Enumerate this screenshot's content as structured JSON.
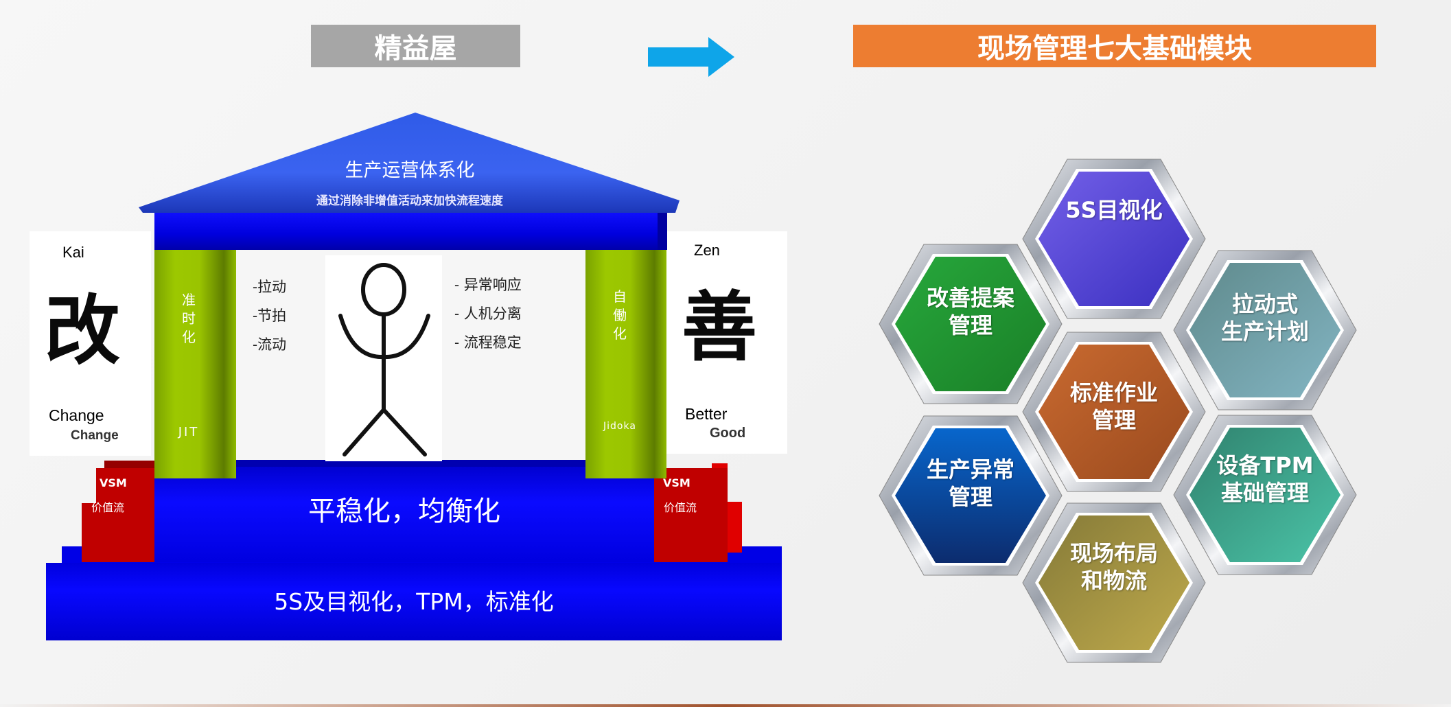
{
  "header": {
    "left_title": "精益屋",
    "right_title": "现场管理七大基础模块",
    "arrow_icon": "right-arrow",
    "colors": {
      "left_title_bg": "#a6a6a6",
      "right_title_bg": "#ed7d31",
      "arrow": "#0ea5e9"
    }
  },
  "house": {
    "roof": {
      "title": "生产运营体系化",
      "subtitle": "通过消除非增值活动来加快流程速度"
    },
    "kai_panel": {
      "top_label": "Kai",
      "character": "改",
      "label1": "Change",
      "label2": "Change"
    },
    "zen_panel": {
      "top_label": "Zen",
      "character": "善",
      "label1": "Better",
      "label2": "Good"
    },
    "left_pillar": {
      "title": "准\n时\n化",
      "english": "JIT"
    },
    "right_pillar": {
      "title": "自\n働\n化",
      "english": "Jidoka"
    },
    "left_list": [
      "-拉动",
      "-节拍",
      "-流动"
    ],
    "right_list": [
      "- 异常响应",
      "- 人机分离",
      "- 流程稳定"
    ],
    "vsm_left": {
      "label": "VSM",
      "sub": "价值流"
    },
    "vsm_right": {
      "label": "VSM",
      "sub": "价值流"
    },
    "middle_tier": "平稳化，均衡化",
    "foundation": "5S及目视化，TPM，标准化",
    "colors": {
      "roof": "#2a4fe0",
      "beam": "#0000e0",
      "pillar": "#9ac400",
      "vsm": "#c00000"
    }
  },
  "modules": [
    {
      "label": "5S目视化",
      "color_top": "#7360e8",
      "color_bottom": "#3a2fc0"
    },
    {
      "label": "改善提案\n管理",
      "color_top": "#27a83c",
      "color_bottom": "#1a7f27"
    },
    {
      "label": "拉动式\n生产计划",
      "color_top": "#5f8a8c",
      "color_bottom": "#83b5c3"
    },
    {
      "label": "标准作业\n管理",
      "color_top": "#c96a30",
      "color_bottom": "#9a4a1e"
    },
    {
      "label": "生产异常\n管理",
      "color_top": "#0866cc",
      "color_bottom": "#0c2c6e"
    },
    {
      "label": "设备TPM\n基础管理",
      "color_top": "#30826e",
      "color_bottom": "#4bc4a8"
    },
    {
      "label": "现场布局\n和物流",
      "color_top": "#857a38",
      "color_bottom": "#bfaa4c"
    }
  ]
}
